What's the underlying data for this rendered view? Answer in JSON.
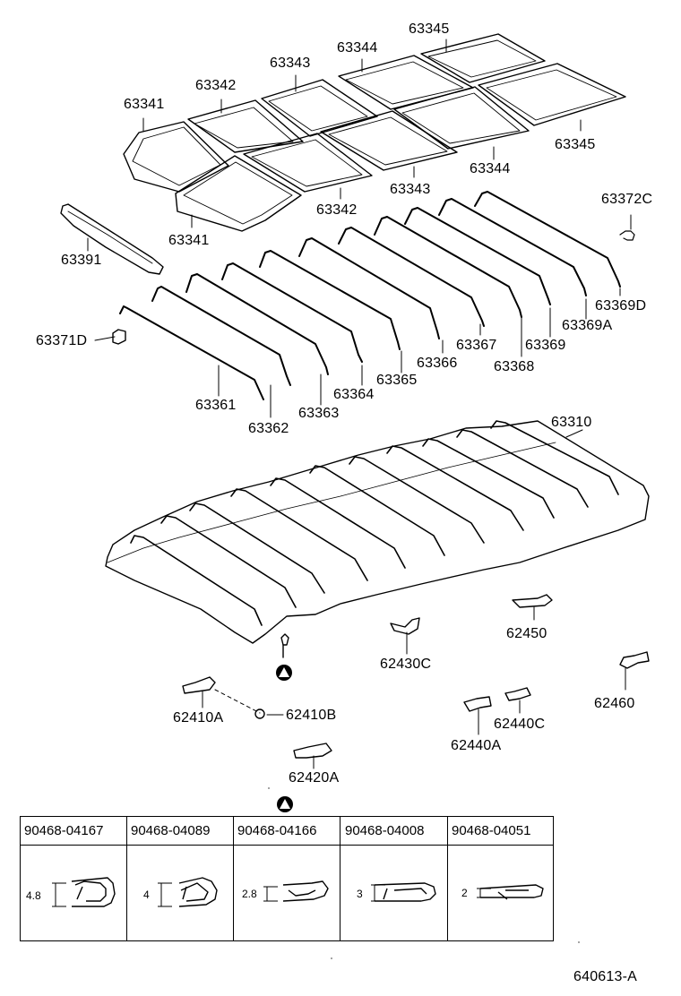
{
  "panels": [
    "63341",
    "63342",
    "63343",
    "63344",
    "63345",
    "63345",
    "63344",
    "63343",
    "63342",
    "63341"
  ],
  "bows": [
    "63361",
    "63362",
    "63363",
    "63364",
    "63365",
    "63366",
    "63367",
    "63368",
    "63369",
    "63369A",
    "63369D"
  ],
  "parts": {
    "p63391": "63391",
    "p63371D": "63371D",
    "p63372C": "63372C",
    "p63310": "63310",
    "p62450": "62450",
    "p62430C": "62430C",
    "p62460": "62460",
    "p62440C": "62440C",
    "p62440A": "62440A",
    "p62410A": "62410A",
    "p62410B": "62410B",
    "p62420A": "62420A"
  },
  "clip_table": {
    "columns": [
      {
        "part": "90468-04167",
        "dimension": "4.8"
      },
      {
        "part": "90468-04089",
        "dimension": "4"
      },
      {
        "part": "90468-04166",
        "dimension": "2.8"
      },
      {
        "part": "90468-04008",
        "dimension": "3"
      },
      {
        "part": "90468-04051",
        "dimension": "2"
      }
    ]
  },
  "footer": "640613-A"
}
